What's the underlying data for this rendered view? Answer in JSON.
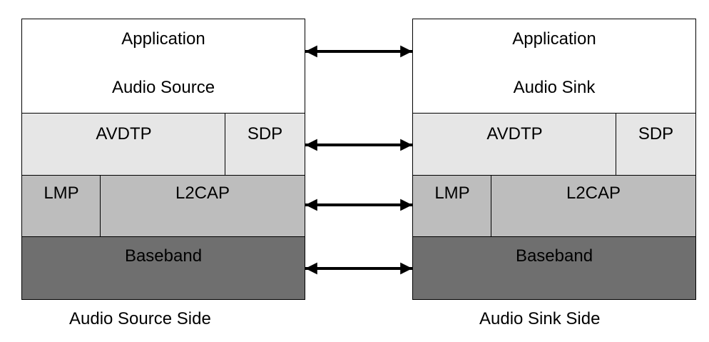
{
  "left_stack": {
    "application": "Application",
    "role": "Audio Source",
    "avdtp": "AVDTP",
    "sdp": "SDP",
    "lmp": "LMP",
    "l2cap": "L2CAP",
    "baseband": "Baseband",
    "caption": "Audio Source Side"
  },
  "right_stack": {
    "application": "Application",
    "role": "Audio Sink",
    "avdtp": "AVDTP",
    "sdp": "SDP",
    "lmp": "LMP",
    "l2cap": "L2CAP",
    "baseband": "Baseband",
    "caption": "Audio Sink Side"
  }
}
